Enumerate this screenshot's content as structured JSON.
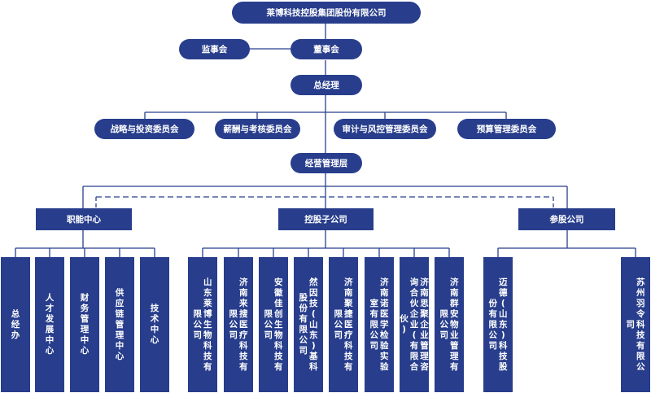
{
  "colors": {
    "node": "#283e8c",
    "line": "#283e8c",
    "background": "#ffffff"
  },
  "org": {
    "top": "莱博科技控股集团股份有限公司",
    "supervisory_board": "监事会",
    "board_of_directors": "董事会",
    "general_manager": "总经理",
    "committees": [
      "战略与投资委员会",
      "薪酬与考核委员会",
      "审计与风控管理委员会",
      "预算管理委员会"
    ],
    "management": "经营管理层",
    "categories": {
      "functional": "职能中心",
      "subsidiaries": "控股子公司",
      "affiliates": "参股公司"
    },
    "functional_units": [
      "总经办",
      "人才发展中心",
      "财务管理中心",
      "供应链管理中心",
      "技术中心"
    ],
    "subsidiary_units": [
      "山东莱博生物科技有限公司",
      "济南来搜医疗科技有限公司",
      "安徽佳创生物科技有限公司",
      "然因技(山东)基科股份有限公司",
      "济南聚捷医疗科技有限公司",
      "济南诺医学检验实验室有限公司",
      "济南思聚企业管理咨询合伙企业(有限合伙)",
      "济南群安物业管理有限公司"
    ],
    "affiliate_units": [
      "迈德(山东)科技股份有限公司",
      "苏州羽令科技有限公司"
    ]
  }
}
